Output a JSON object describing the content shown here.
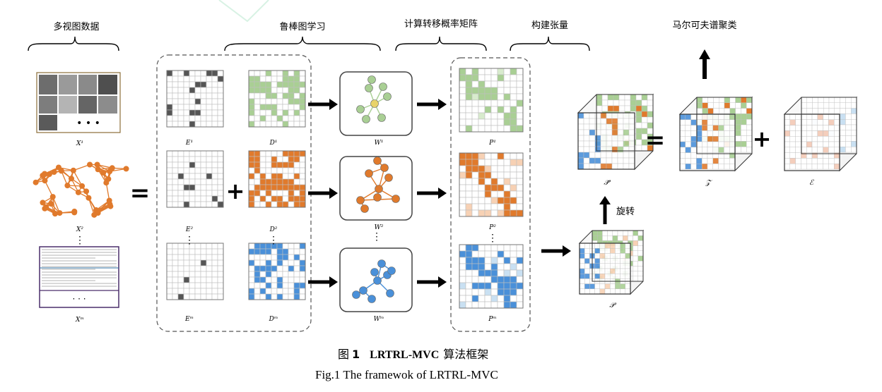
{
  "headers": {
    "multiview": "多视图数据",
    "robust": "鲁棒图学习",
    "transition": "计算转移概率矩阵",
    "tensor": "构建张量",
    "markov": "马尔可夫谱聚类"
  },
  "labels": {
    "x1": "X¹",
    "x2": "X²",
    "xm": "Xᵐ",
    "e1": "E¹",
    "e2": "E²",
    "em": "Eᵐ",
    "d1": "D¹",
    "d2": "D²",
    "dm": "Dᵐ",
    "w1": "W¹",
    "w2": "W²",
    "wm": "Wᵐ",
    "p1": "P¹",
    "p2": "P²",
    "pm": "Pᵐ",
    "p_tilde": "𝒫̃",
    "p_tensor": "𝒫",
    "z": "𝒵",
    "e_tensor": "ℰ"
  },
  "symbols": {
    "equals": "=",
    "plus": "+",
    "dots": "• • •",
    "vdots": "⋮",
    "hdots": "· · ·"
  },
  "rotate": "旋转",
  "caption": {
    "zh_prefix": "图",
    "zh_num": "1",
    "zh_bold": "LRTRL-MVC",
    "zh_title": "算法框架",
    "en": "Fig.1    The framewok of LRTRL-MVC"
  },
  "colors": {
    "green": "#a9cf94",
    "orange": "#e07a2c",
    "blue": "#4a90d9",
    "gray": "#555555",
    "grid": "#bfbfbf"
  }
}
